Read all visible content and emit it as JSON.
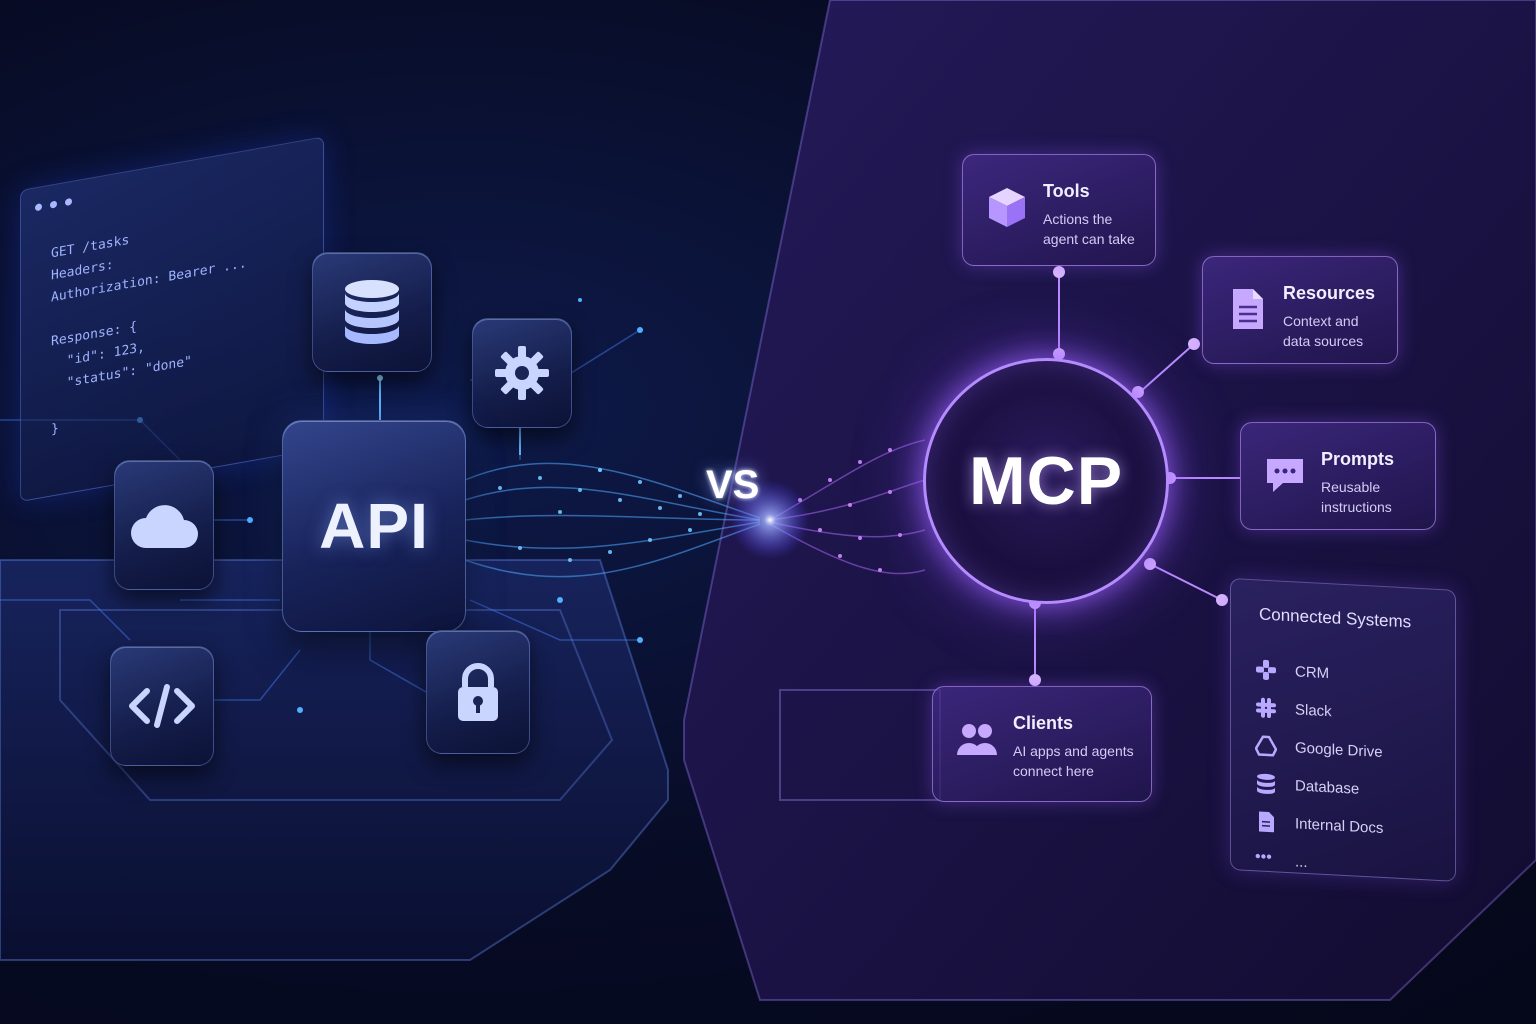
{
  "api": {
    "label": "API",
    "code_lines": [
      "GET /tasks",
      "Headers:",
      "Authorization: Bearer ...",
      "",
      "Response: {",
      "  \"id\": 123,",
      "  \"status\": \"done\"",
      "",
      "}"
    ],
    "icons": [
      "database-icon",
      "gear-icon",
      "cloud-icon",
      "code-icon",
      "lock-icon"
    ]
  },
  "vs_label": "VS",
  "mcp": {
    "label": "MCP",
    "tools": {
      "title": "Tools",
      "line1": "Actions the",
      "line2": "agent can take"
    },
    "resources": {
      "title": "Resources",
      "line1": "Context and",
      "line2": "data sources"
    },
    "prompts": {
      "title": "Prompts",
      "line1": "Reusable",
      "line2": "instructions"
    },
    "clients": {
      "title": "Clients",
      "line1": "AI apps and agents",
      "line2": "connect here"
    },
    "connected": {
      "title": "Connected Systems",
      "items": [
        "CRM",
        "Slack",
        "Google Drive",
        "Database",
        "Internal Docs",
        "..."
      ]
    }
  },
  "colors": {
    "api_accent": "#3aa0ff",
    "mcp_accent": "#a970ff",
    "vs_glow": "#8a9bff"
  }
}
